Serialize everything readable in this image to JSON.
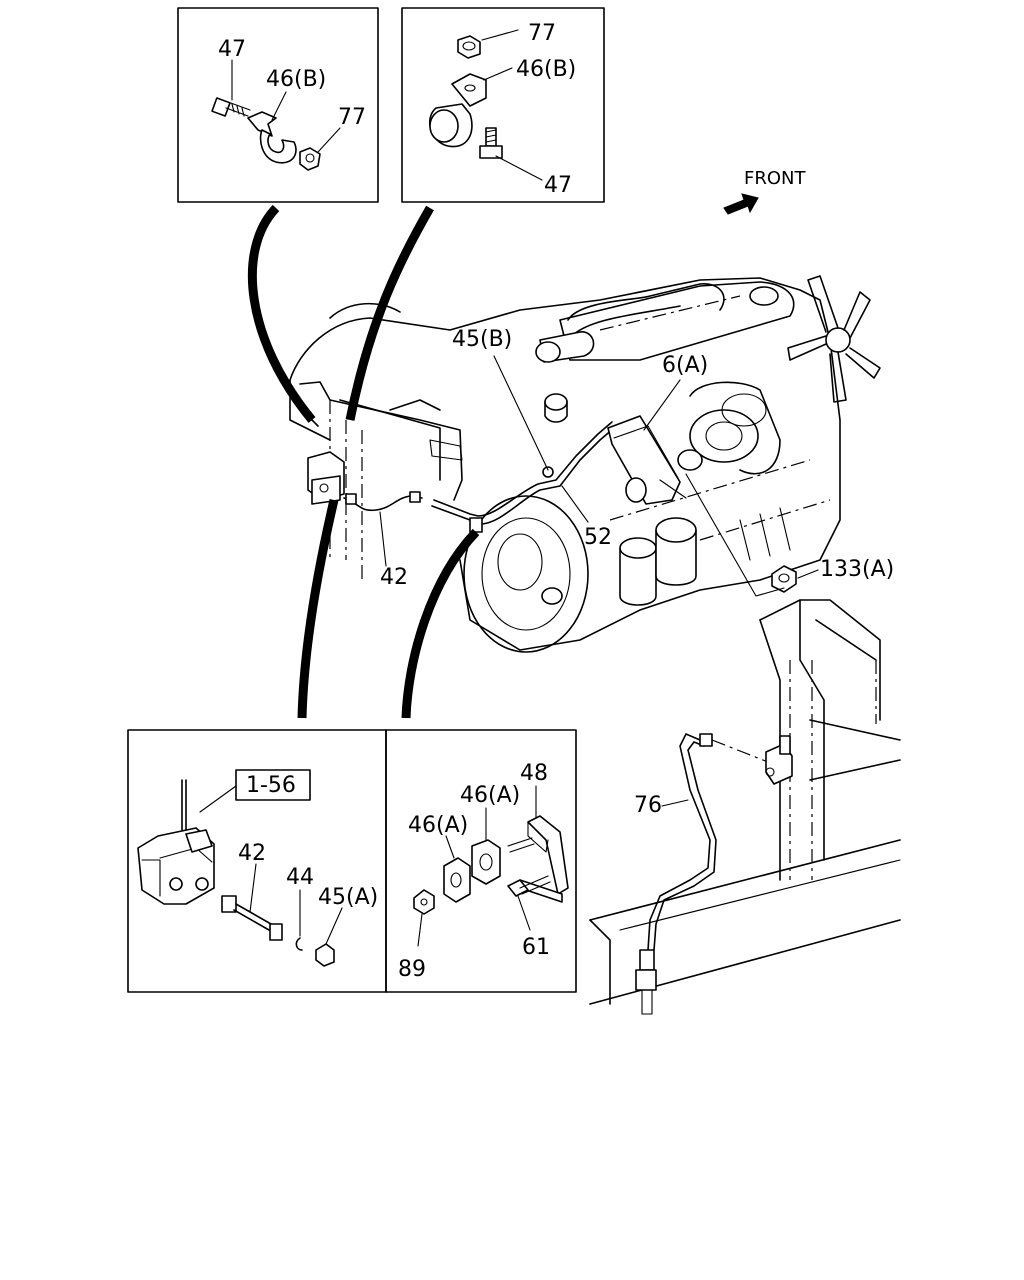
{
  "front_label": "FRONT",
  "ref_box_label": "1-56",
  "labels": {
    "p47_top": "47",
    "p46b_top": "46(B)",
    "p77_top": "77",
    "p77_top2": "77",
    "p46b_top2": "46(B)",
    "p47_top2": "47",
    "p45b": "45(B)",
    "p6a": "6(A)",
    "p52": "52",
    "p42": "42",
    "p133a": "133(A)",
    "p76": "76",
    "p42_detail": "42",
    "p44": "44",
    "p45a": "45(A)",
    "p48": "48",
    "p46a_1": "46(A)",
    "p46a_2": "46(A)",
    "p89": "89",
    "p61": "61"
  }
}
